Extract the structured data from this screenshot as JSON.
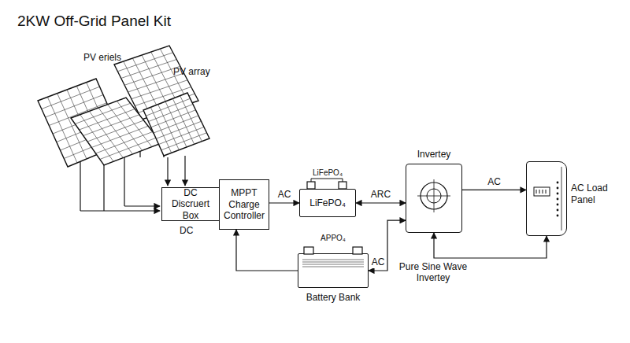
{
  "diagram": {
    "title": "2KW Off-Grid Panel Kit",
    "nodes": [
      {
        "text": [
          "DC Discruert Box"
        ]
      },
      {
        "text": [
          "MPPT Charge Controller"
        ]
      },
      {
        "text": [
          "LiFePO₄",
          "LiFePO₄"
        ]
      },
      {
        "text": [
          "APPO₄",
          "Battery Bank"
        ]
      },
      {
        "text": [
          "Invertey"
        ]
      },
      {
        "text": [
          "AC Load Panel"
        ]
      }
    ],
    "edges": [
      {
        "from": 0,
        "to": 1,
        "arrow": "to"
      },
      {
        "from": 1,
        "to": 2,
        "label": "AC",
        "arrow": "to"
      },
      {
        "from": 2,
        "to": 4,
        "label": "ARC",
        "arrow": "both"
      },
      {
        "from": 4,
        "to": 5,
        "label": "AC",
        "arrow": "to"
      },
      {
        "from": 3,
        "to": 1,
        "arrow": "to"
      },
      {
        "from": 3,
        "to": 4,
        "label": "AC",
        "arrow": "both"
      },
      {
        "from": 4,
        "to": 5,
        "arrow": "both"
      }
    ],
    "labels": [
      "PV eriels",
      "PV array",
      "DC",
      "Pure Sine Wave Invertey"
    ]
  }
}
